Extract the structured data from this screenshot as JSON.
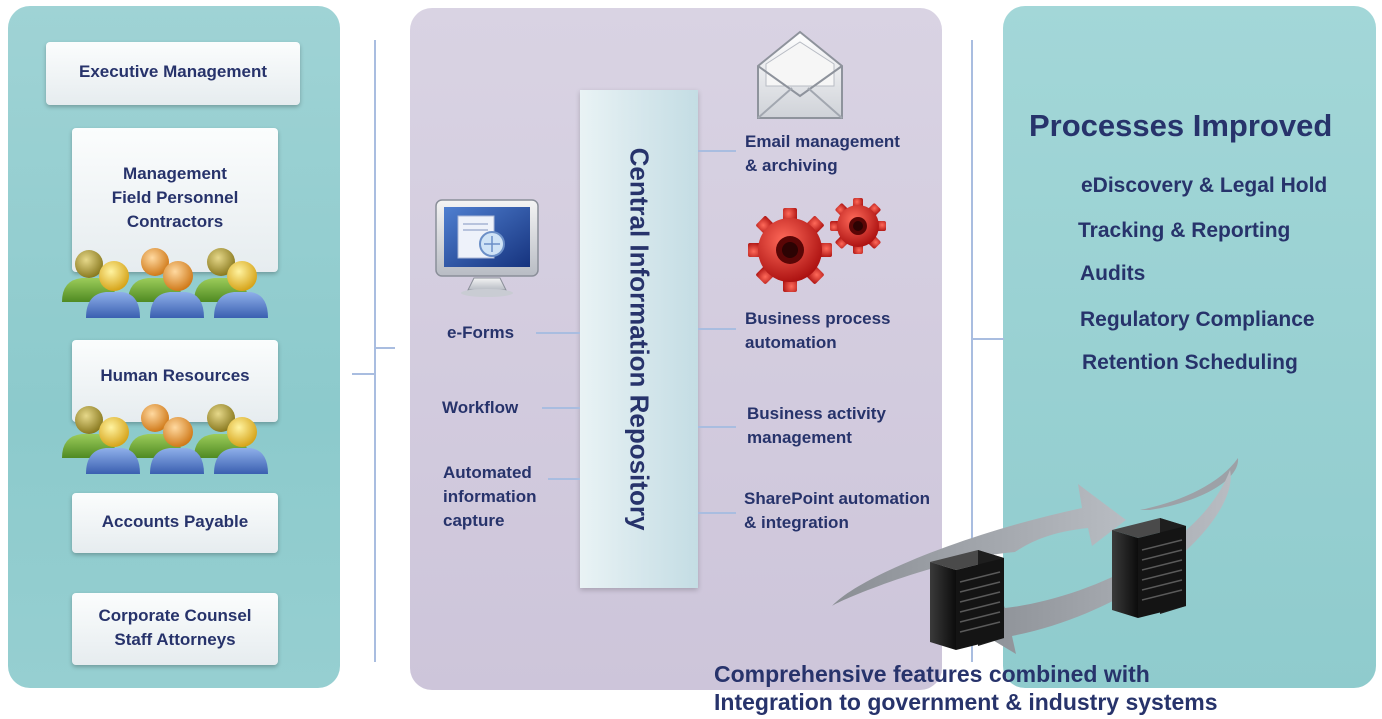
{
  "left": {
    "roles": [
      {
        "lines": [
          "Executive Management"
        ]
      },
      {
        "lines": [
          "Management",
          "Field Personnel",
          "Contractors"
        ]
      },
      {
        "lines": [
          "Human Resources"
        ]
      },
      {
        "lines": [
          "Accounts Payable"
        ]
      },
      {
        "lines": [
          "Corporate Counsel",
          "Staff Attorneys"
        ]
      }
    ]
  },
  "center": {
    "repository_title": "Central Information Repository",
    "left_features": [
      {
        "lines": [
          "e-Forms"
        ]
      },
      {
        "lines": [
          "Workflow"
        ]
      },
      {
        "lines": [
          "Automated",
          "information",
          "capture"
        ]
      }
    ],
    "right_features": [
      {
        "lines": [
          "Email management",
          "& archiving"
        ]
      },
      {
        "lines": [
          "Business process",
          "automation"
        ]
      },
      {
        "lines": [
          "Business activity",
          "management"
        ]
      },
      {
        "lines": [
          "SharePoint automation",
          "& integration"
        ]
      }
    ]
  },
  "right": {
    "title": "Processes Improved",
    "items": [
      "eDiscovery & Legal Hold",
      "Tracking & Reporting",
      "Audits",
      "Regulatory Compliance",
      "Retention Scheduling"
    ]
  },
  "tagline": {
    "lines": [
      "Comprehensive features combined with",
      "Integration to government & industry systems"
    ]
  },
  "icons": {
    "people_groups": [
      "people-group-icon",
      "people-group-icon"
    ],
    "monitor": "computer-monitor-icon",
    "envelope": "email-envelope-icon",
    "gears": "gears-icon",
    "servers": [
      "server-icon",
      "server-icon"
    ],
    "sync_arrows": "sync-arrows-icon"
  },
  "colors": {
    "text": "#27336b",
    "left_panel": "#8ccacc",
    "center_panel": "#cdc5da",
    "right_panel": "#8fcbcd",
    "connector": "#a9bde0",
    "gear_red": "#d41a1a"
  }
}
